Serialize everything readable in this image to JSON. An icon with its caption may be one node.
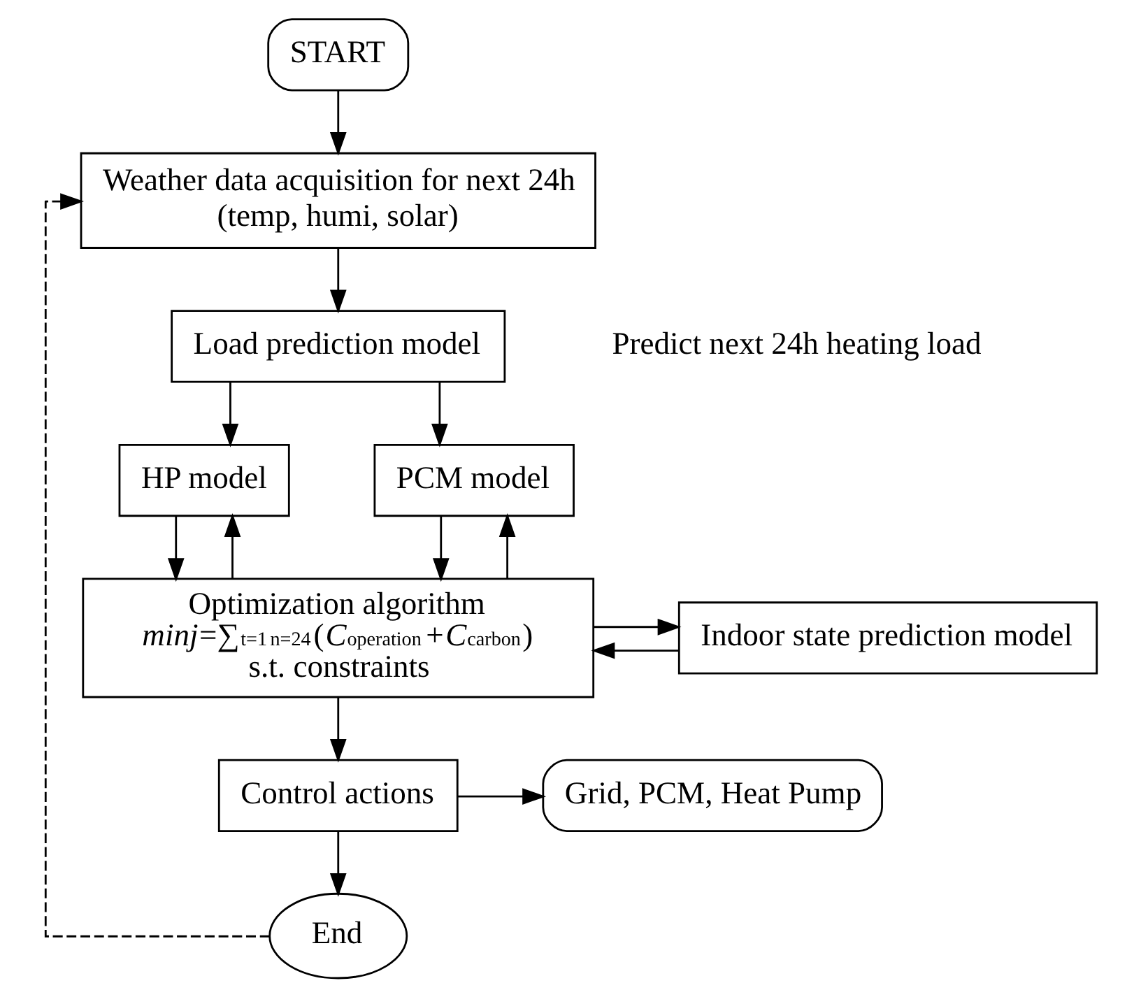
{
  "diagram": {
    "nodes": [
      {
        "text": [
          "START"
        ]
      },
      {
        "text": [
          "Weather data acquisition for next 24h",
          "(temp, humi, solar)"
        ]
      },
      {
        "text": [
          "Load prediction model"
        ],
        "beside": [
          "Predict next 24h heating load"
        ]
      },
      {
        "text": [
          "HP model"
        ]
      },
      {
        "text": [
          "PCM model"
        ]
      },
      {
        "text": [
          "Optimization algorithm",
          "*minj*=∑$_{t=1}$$^{n=24}$(*C*$_{operation}$+*C*$_{carbon}$)",
          "s.t. constraints"
        ]
      },
      {
        "text": [
          "Indoor state prediction model"
        ]
      },
      {
        "text": [
          "Control actions"
        ]
      },
      {
        "text": [
          "Grid, PCM, Heat Pump"
        ]
      },
      {
        "text": [
          "End"
        ]
      }
    ],
    "edges": [
      {
        "from": 0,
        "to": 1,
        "arrow": "to"
      },
      {
        "from": 1,
        "to": 2,
        "arrow": "to"
      },
      {
        "from": 2,
        "to": 3,
        "arrow": "to"
      },
      {
        "from": 2,
        "to": 4,
        "arrow": "to"
      },
      {
        "from": 3,
        "to": 5,
        "arrow": "to"
      },
      {
        "from": 5,
        "to": 3,
        "arrow": "to"
      },
      {
        "from": 4,
        "to": 5,
        "arrow": "to"
      },
      {
        "from": 5,
        "to": 4,
        "arrow": "to"
      },
      {
        "from": 5,
        "to": 6,
        "arrow": "to"
      },
      {
        "from": 6,
        "to": 5,
        "arrow": "to"
      },
      {
        "from": 5,
        "to": 7,
        "arrow": "to"
      },
      {
        "from": 7,
        "to": 8,
        "arrow": "to"
      },
      {
        "from": 7,
        "to": 9,
        "arrow": "to"
      },
      {
        "from": 9,
        "to": 1,
        "arrow": "to",
        "style": "dashed"
      }
    ]
  }
}
